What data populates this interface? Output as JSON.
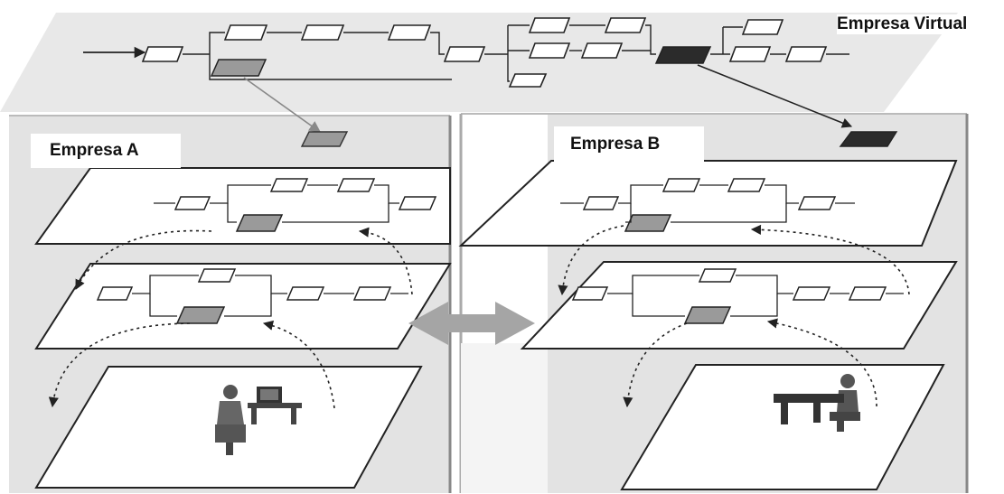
{
  "labels": {
    "virtual": "Empresa Virtual",
    "company_a": "Empresa A",
    "company_b": "Empresa B"
  },
  "colors": {
    "background": "#ffffff",
    "panel_fill": "#e3e3e3",
    "virtual_plane_fill": "#e8e8e8",
    "plane_fill": "#ffffff",
    "stroke": "#222222",
    "light_highlight": "#9a9a9a",
    "dark_highlight": "#2b2b2b",
    "exchange_arrow": "#a5a5a5"
  },
  "icons": {
    "company_a_operator": "person-at-workstation-icon",
    "company_b_operator": "person-at-machine-icon"
  }
}
